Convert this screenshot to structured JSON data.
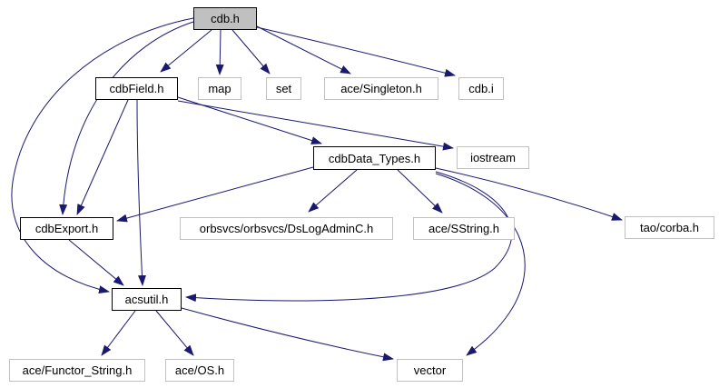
{
  "graph": {
    "kind": "include-dependency-graph",
    "root": "cdb.h",
    "colors": {
      "edge": "#191970",
      "main_node_fill": "#c0c0c0",
      "linked_node_border": "#000000",
      "plain_node_border": "#c0c0c0",
      "background": "#ffffff",
      "text": "#000000"
    },
    "nodes": [
      {
        "id": "cdb_h",
        "label": "cdb.h",
        "type": "main"
      },
      {
        "id": "cdbField_h",
        "label": "cdbField.h",
        "type": "linked"
      },
      {
        "id": "map",
        "label": "map",
        "type": "plain"
      },
      {
        "id": "set",
        "label": "set",
        "type": "plain"
      },
      {
        "id": "ace_Singleton_h",
        "label": "ace/Singleton.h",
        "type": "plain"
      },
      {
        "id": "cdb_i",
        "label": "cdb.i",
        "type": "plain"
      },
      {
        "id": "cdbData_Types_h",
        "label": "cdbData_Types.h",
        "type": "linked"
      },
      {
        "id": "iostream",
        "label": "iostream",
        "type": "plain"
      },
      {
        "id": "cdbExport_h",
        "label": "cdbExport.h",
        "type": "linked"
      },
      {
        "id": "DsLogAdminC_h",
        "label": "orbsvcs/orbsvcs/DsLogAdminC.h",
        "type": "plain"
      },
      {
        "id": "ace_SString_h",
        "label": "ace/SString.h",
        "type": "plain"
      },
      {
        "id": "tao_corba_h",
        "label": "tao/corba.h",
        "type": "plain"
      },
      {
        "id": "acsutil_h",
        "label": "acsutil.h",
        "type": "linked"
      },
      {
        "id": "ace_Functor_String_h",
        "label": "ace/Functor_String.h",
        "type": "plain"
      },
      {
        "id": "ace_OS_h",
        "label": "ace/OS.h",
        "type": "plain"
      },
      {
        "id": "vector",
        "label": "vector",
        "type": "plain"
      }
    ],
    "edges": [
      {
        "from": "cdb.h",
        "to": "cdbField.h"
      },
      {
        "from": "cdb.h",
        "to": "map"
      },
      {
        "from": "cdb.h",
        "to": "set"
      },
      {
        "from": "cdb.h",
        "to": "ace/Singleton.h"
      },
      {
        "from": "cdb.h",
        "to": "cdb.i"
      },
      {
        "from": "cdb.h",
        "to": "cdbExport.h"
      },
      {
        "from": "cdb.h",
        "to": "acsutil.h"
      },
      {
        "from": "cdbField.h",
        "to": "cdbData_Types.h"
      },
      {
        "from": "cdbField.h",
        "to": "iostream"
      },
      {
        "from": "cdbField.h",
        "to": "cdbExport.h"
      },
      {
        "from": "cdbField.h",
        "to": "acsutil.h"
      },
      {
        "from": "cdbData_Types.h",
        "to": "orbsvcs/orbsvcs/DsLogAdminC.h"
      },
      {
        "from": "cdbData_Types.h",
        "to": "ace/SString.h"
      },
      {
        "from": "cdbData_Types.h",
        "to": "tao/corba.h"
      },
      {
        "from": "cdbData_Types.h",
        "to": "cdbExport.h"
      },
      {
        "from": "cdbData_Types.h",
        "to": "acsutil.h"
      },
      {
        "from": "cdbData_Types.h",
        "to": "vector"
      },
      {
        "from": "cdbExport.h",
        "to": "acsutil.h"
      },
      {
        "from": "acsutil.h",
        "to": "ace/Functor_String.h"
      },
      {
        "from": "acsutil.h",
        "to": "ace/OS.h"
      },
      {
        "from": "acsutil.h",
        "to": "vector"
      }
    ]
  }
}
